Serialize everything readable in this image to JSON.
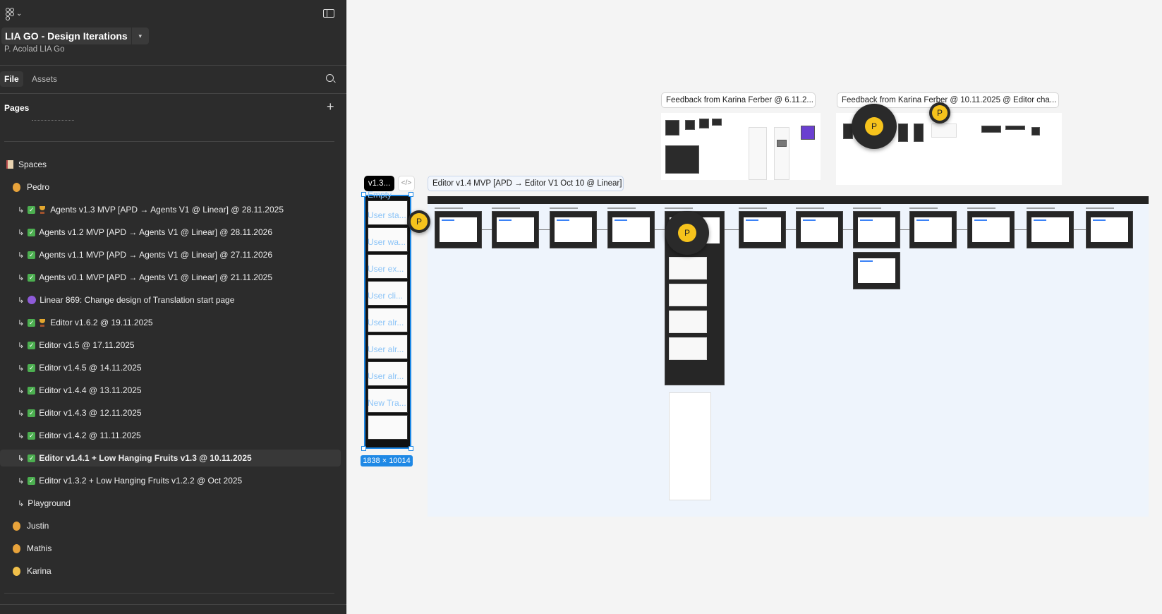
{
  "sidebar": {
    "file_title": "LIA GO - Design Iterations",
    "project": "P. Acolad LIA Go",
    "tabs": [
      {
        "label": "File"
      },
      {
        "label": "Assets"
      }
    ],
    "pages_heading": "Pages",
    "tree": [
      {
        "label": "Spaces",
        "kind": "section",
        "icon": "notebook-icon"
      },
      {
        "label": "Pedro",
        "kind": "space",
        "icon": "person-icon"
      },
      {
        "label": "Agents v1.3 MVP [APD → Agents V1 @ Linear] @ 28.11.2025",
        "kind": "page",
        "check": true,
        "trophy": true
      },
      {
        "label": "Agents v1.2 MVP [APD → Agents V1 @ Linear] @ 28.11.2026",
        "kind": "page",
        "check": true
      },
      {
        "label": "Agents v1.1 MVP [APD → Agents V1 @ Linear] @ 27.11.2026",
        "kind": "page",
        "check": true
      },
      {
        "label": "Agents v0.1 MVP [APD → Agents V1 @ Linear] @ 21.11.2025",
        "kind": "page",
        "check": true
      },
      {
        "label": "Linear 869: Change design of Translation start page",
        "kind": "page",
        "linear": true
      },
      {
        "label": "Editor v1.6.2 @ 19.11.2025",
        "kind": "page",
        "check": true,
        "trophy": true
      },
      {
        "label": "Editor v1.5 @ 17.11.2025",
        "kind": "page",
        "check": true
      },
      {
        "label": "Editor v1.4.5 @ 14.11.2025",
        "kind": "page",
        "check": true
      },
      {
        "label": "Editor v1.4.4 @ 13.11.2025",
        "kind": "page",
        "check": true
      },
      {
        "label": "Editor v1.4.3 @ 12.11.2025",
        "kind": "page",
        "check": true
      },
      {
        "label": "Editor v1.4.2 @ 11.11.2025",
        "kind": "page",
        "check": true
      },
      {
        "label": "Editor v1.4.1 + Low Hanging Fruits v1.3 @ 10.11.2025",
        "kind": "page",
        "check": true,
        "selected": true
      },
      {
        "label": "Editor v1.3.2 + Low Hanging Fruits v1.2.2 @ Oct 2025",
        "kind": "page",
        "check": true
      },
      {
        "label": "Playground",
        "kind": "page"
      },
      {
        "label": "Justin",
        "kind": "space",
        "icon": "person-icon"
      },
      {
        "label": "Mathis",
        "kind": "space",
        "icon": "person-icon"
      },
      {
        "label": "Karina",
        "kind": "space",
        "icon": "person-blond-icon"
      }
    ]
  },
  "canvas": {
    "feedback1_label": "Feedback from Karina Ferber @ 6.11.2...",
    "feedback2_label": "Feedback from Karina Ferber @ 10.11.2025 @ Editor cha...",
    "section_label": "Editor v1.4 MVP [APD → Editor V1 Oct 10 @ Linear]",
    "selected_frame_name": "v1.3...",
    "code_button": "</>",
    "size_badge": "1838 × 10014",
    "column_labels": [
      "Empty",
      "User sta...",
      "User wa...",
      "User ex...",
      "User cli...",
      "User alr...",
      "User alr...",
      "User alr...",
      "New Tra..."
    ],
    "cursor_avatar": "P",
    "colors": {
      "selection": "#1e88e5",
      "avatar": "#f6c31c",
      "sidebar": "#2c2c2c",
      "canvas": "#f4f4f4"
    }
  }
}
